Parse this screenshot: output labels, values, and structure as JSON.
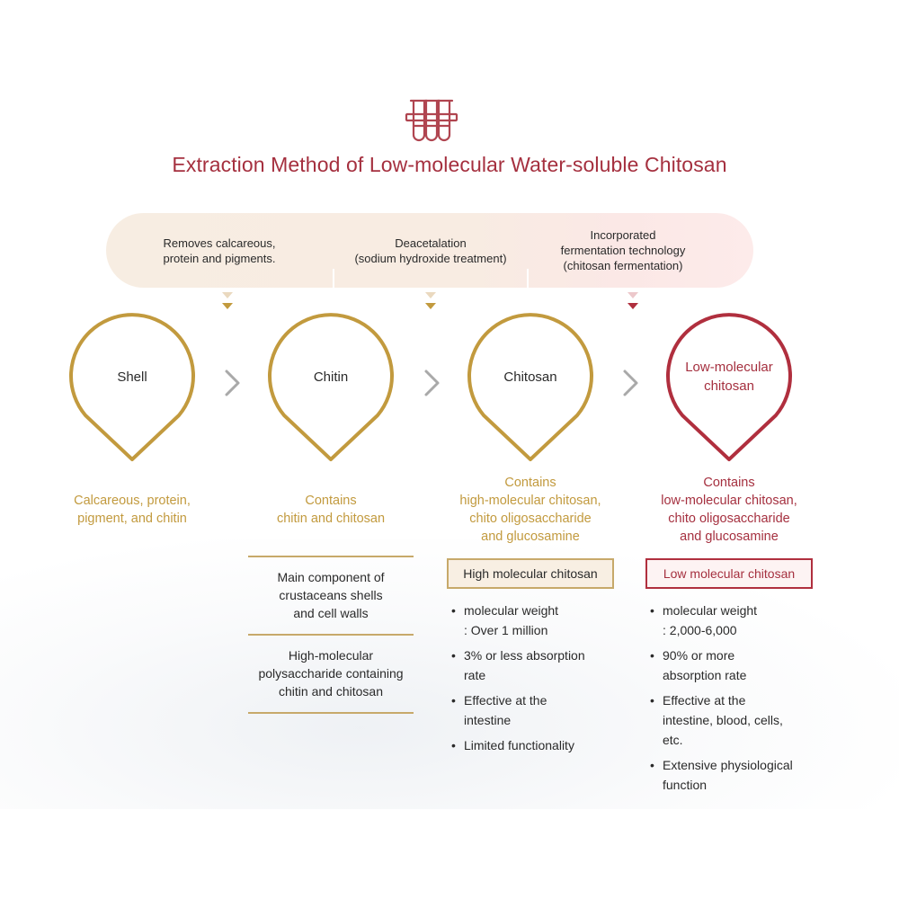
{
  "title": "Extraction Method of Low-molecular Water-soluble Chitosan",
  "process_steps": [
    "Removes calcareous,\nprotein and pigments.",
    "Deacetalation\n(sodium hydroxide treatment)",
    "Incorporated\nfermentation technology\n(chitosan fermentation)"
  ],
  "stages": [
    {
      "name": "Shell",
      "description": "Calcareous, protein,\npigment, and chitin"
    },
    {
      "name": "Chitin",
      "description": "Contains\nchitin and chitosan"
    },
    {
      "name": "Chitosan",
      "description": "Contains\nhigh-molecular chitosan,\nchito oligosaccharide\nand glucosamine"
    },
    {
      "name": "Low-molecular\nchitosan",
      "description": "Contains\nlow-molecular chitosan,\nchito oligosaccharide\nand glucosamine"
    }
  ],
  "chitin_details": [
    "Main component of\ncrustaceans shells\nand cell walls",
    "High-molecular\npolysaccharide containing\nchitin and chitosan"
  ],
  "high_molecular": {
    "label": "High molecular chitosan",
    "points": [
      "molecular weight\n: Over 1 million",
      "3% or less absorption\nrate",
      "Effective at the\nintestine",
      "Limited functionality"
    ]
  },
  "low_molecular": {
    "label": "Low molecular chitosan",
    "points": [
      "molecular weight\n: 2,000-6,000",
      "90% or more\nabsorption rate",
      "Effective at the\nintestine, blood, cells,\netc.",
      "Extensive physiological\nfunction"
    ]
  },
  "icons": {
    "header": "test-tubes-icon",
    "arrow": "chevron-right-icon",
    "marker": "down-triangle-icon",
    "drop": "location-pin-shape"
  },
  "colors": {
    "gold": "#c29a3e",
    "red": "#a5303f",
    "banner": "#f7ede2",
    "text": "#2a2a2a"
  }
}
